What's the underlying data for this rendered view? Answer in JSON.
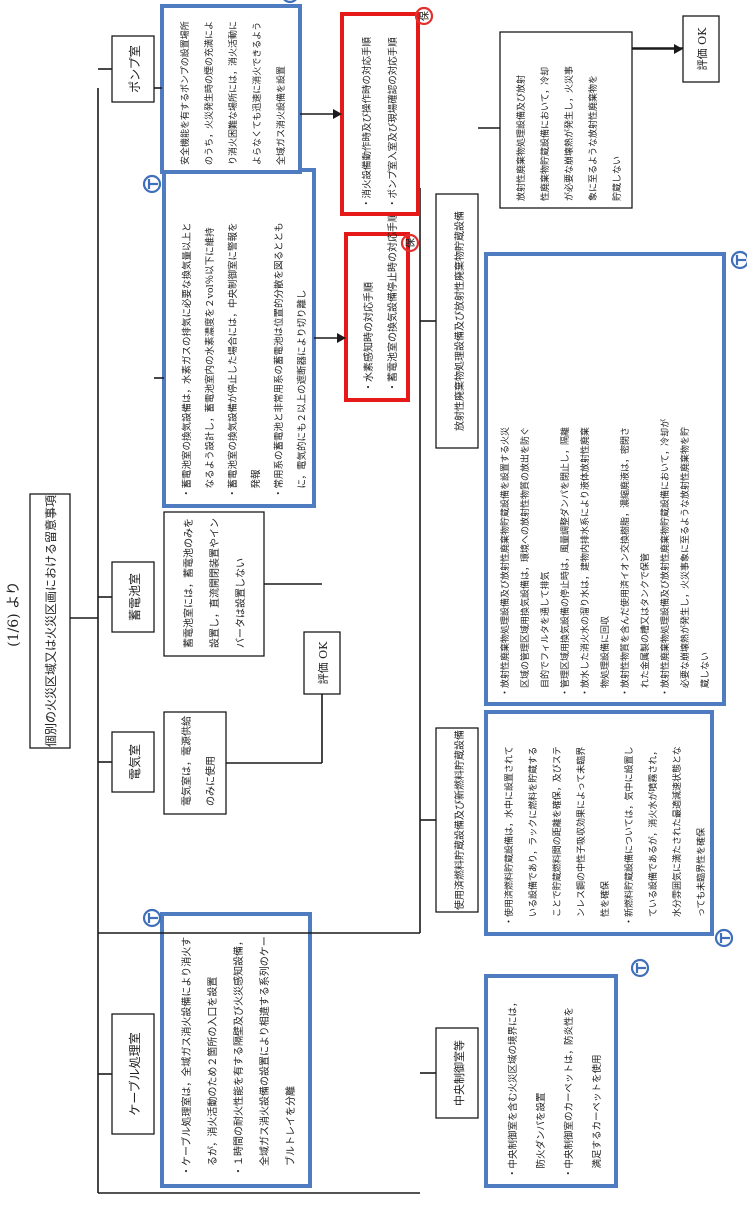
{
  "figure_label": "(1/6) より",
  "title": "個別の火災区域又は火災区画における留意事項",
  "markers": {
    "tei": "ＴＥ",
    "ho": "保"
  },
  "rooms": {
    "cable": "ケーブル処理室",
    "electrical": "電気室",
    "battery": "蓄電池室",
    "pump": "ポンプ室",
    "control": "中央制御室等",
    "fuel": "使用済燃料貯蔵設備及び新燃料貯蔵設備",
    "radwaste": "放射性廃棄物処理設備及び放射性廃棄物貯蔵設備"
  },
  "evaluation": "評価 OK",
  "cable_desc": [
    "・ケーブル処理室は，全域ガス消火設備により消火す",
    "　るが，消火活動のため２箇所の入口を設置",
    "・１時間の耐火性能を有する隔壁及び火災感知設備，",
    "　全域ガス消火設備の設置により相違する系列のケー",
    "　ブルトレイを分離"
  ],
  "electrical_desc": [
    "電気室は，電源供給",
    "のみに使用"
  ],
  "battery_desc": [
    "蓄電池室には，蓄電池のみを",
    "設置し，直流開閉装置やイン",
    "バータは設置しない"
  ],
  "battery_detail": [
    "・蓄電池室の換気設備は，水素ガスの排気に必要な換気量以上と",
    "　なるよう設計し，蓄電池室内の水素濃度を２vol％以下に維持",
    "・蓄電池室の換気設備が停止した場合には，中央制御室に警報を",
    "　発報",
    "・常用系の蓄電池と非常用系の蓄電池は位置的分散を図るととも",
    "　に，電気的にも２以上の遮断器により切り離し"
  ],
  "battery_response": [
    "・水素感知時の対応手順",
    "・蓄電池室の換気設備停止時の対応手順"
  ],
  "pump_desc": [
    "安全機能を有するポンプの設置場所",
    "のうち，火災発生時の煙の充満によ",
    "り消火困難な場所には，消火活動に",
    "よらなくても迅速に消火できるよう",
    "全域ガス消火設備を設置"
  ],
  "pump_response": [
    "・消火設備動作時及び操作時の対応手順",
    "・ポンプ室入室及び現場確認の対応手順"
  ],
  "control_desc": [
    "・中央制御室を含む火災区域の境界には，",
    "　防火ダンパを設置",
    "・中央制御室のカーペットは，防炎性を",
    "　満足するカーペットを使用"
  ],
  "fuel_desc": [
    "・使用済燃料貯蔵設備は，水中に設置されて",
    "　いる設備であり，ラックに燃料を貯蔵する",
    "　ことで貯蔵燃料間の距離を確保，及びステ",
    "　ンレス鋼の中性子吸収効果によって未臨界",
    "　性を確保",
    "・新燃料貯蔵設備については，気中に設置し",
    "　ている設備であるが，消火水が噴霧され，",
    "　水分雰囲気に満たされた最適減速状態とな",
    "　っても未臨界性を確保"
  ],
  "radwaste_desc": [
    "・放射性廃棄物処理設備及び放射性廃棄物貯蔵設備を設置する火災",
    "　区域の管理区域用換気設備は，環境への放射性物質の放出を防ぐ",
    "　目的でフィルタを通して排気",
    "・管理区域用換気設備の停止時は，風量調整ダンパを閉止し，隔離",
    "・放水した消火水の溜り水は，建物内排水系により液体放射性廃棄",
    "　物処理設備に回収",
    "・放射性物質を含んだ使用済イオン交換樹脂，濃縮廃液は，密閉さ",
    "　れた金属製の槽又はタンクで保管",
    "・放射性廃棄物処理設備及び放射性廃棄物貯蔵設備において，冷却が",
    "　必要な崩壊熱が発生し，火災事象に至るような放射性廃棄物を貯",
    "　蔵しない"
  ],
  "radwaste_note": [
    "放射性廃棄物処理設備及び放射",
    "性廃棄物貯蔵設備において，冷却",
    "が必要な崩壊熱が発生し，火災事",
    "象に至るような放射性廃棄物を",
    "貯蔵しない"
  ]
}
